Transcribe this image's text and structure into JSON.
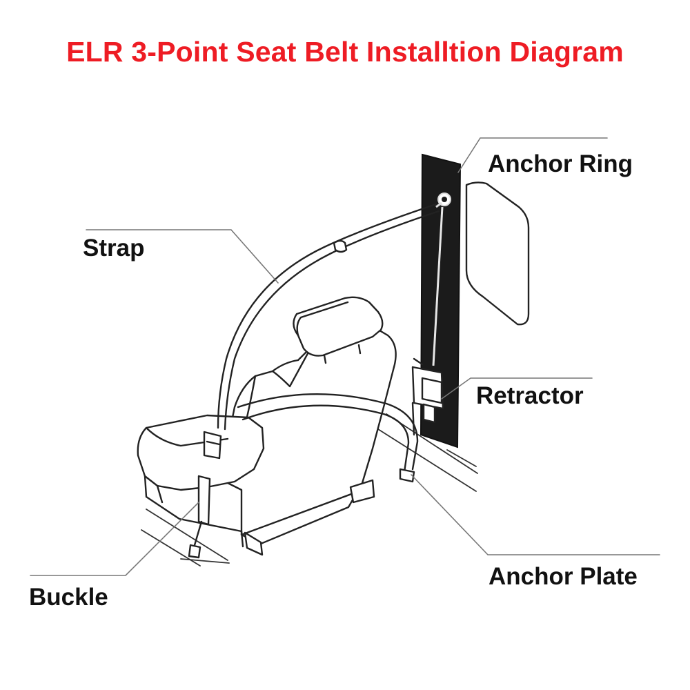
{
  "title": "ELR 3-Point Seat Belt Installtion Diagram",
  "title_color": "#ee1c24",
  "labels": {
    "anchor_ring": "Anchor Ring",
    "strap": "Strap",
    "retractor": "Retractor",
    "anchor_plate": "Anchor Plate",
    "buckle": "Buckle"
  }
}
